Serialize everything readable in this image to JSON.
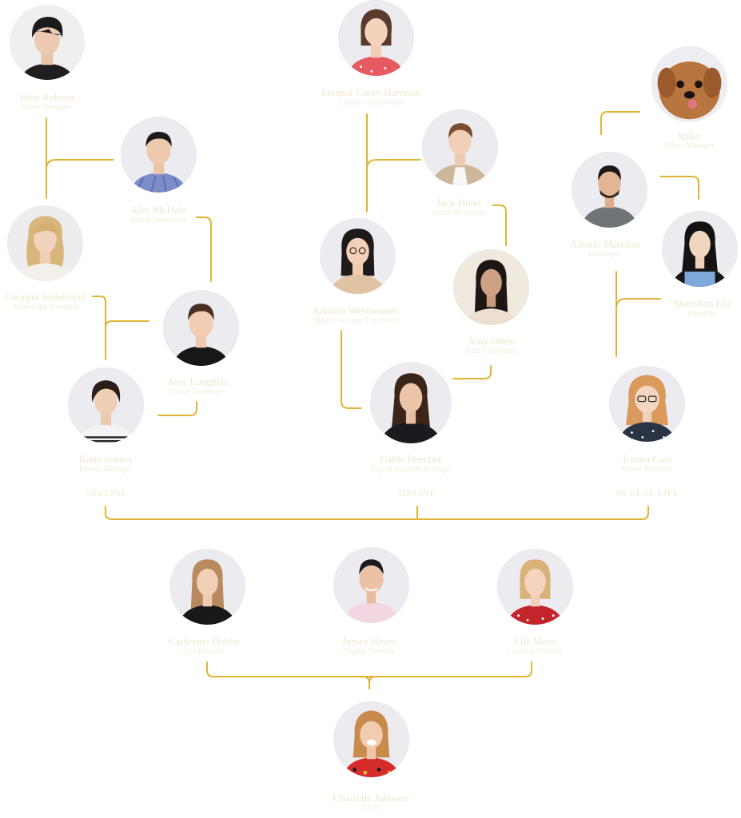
{
  "groups": {
    "offline": "OFFLINE",
    "online": "ONLINE",
    "irl": "IN REAL LIFE"
  },
  "people": {
    "toby": {
      "name": "Toby Robson",
      "role": "Junior Designer"
    },
    "alex_mchale": {
      "name": "Alex McHale",
      "role": "Junior Developer"
    },
    "georgia": {
      "name": "Georgia Sutherland",
      "role": "Midweight Designer"
    },
    "alex_loughlin": {
      "name": "Alex Loughlin",
      "role": "Senior Developer"
    },
    "katie": {
      "name": "Katie Jewers",
      "role": "Project Manager"
    },
    "eleanor": {
      "name": "Eleanor Caley-Harrison",
      "role": "Creative Copywriter"
    },
    "jack": {
      "name": "Jack Hood",
      "role": "Junior Developer"
    },
    "adriana": {
      "name": "Adriana Westheimer",
      "role": "Digital Account Executive"
    },
    "amy": {
      "name": "Amy Ohesi",
      "role": "Senior Designer"
    },
    "callie": {
      "name": "Callie Beecher",
      "role": "Digital Account Manager"
    },
    "spike": {
      "name": "Spike",
      "role": "Office Manager"
    },
    "alessio": {
      "name": "Alessio Marcuzo",
      "role": "Developer"
    },
    "shanshan": {
      "name": "Shanshan Liu",
      "role": "Designer"
    },
    "emma": {
      "name": "Emma Cain",
      "role": "Senior Producer"
    },
    "catherine": {
      "name": "Catherine Dobbs",
      "role": "Ops Director"
    },
    "james": {
      "name": "James Hayes",
      "role": "Digital Director"
    },
    "elle": {
      "name": "Elle Moss",
      "role": "Creative Director"
    },
    "charlotte": {
      "name": "Charlotte Johnson",
      "role": "CEO"
    }
  },
  "colors": {
    "connector": "#e0b434",
    "label_text": "#f0e6cf"
  }
}
